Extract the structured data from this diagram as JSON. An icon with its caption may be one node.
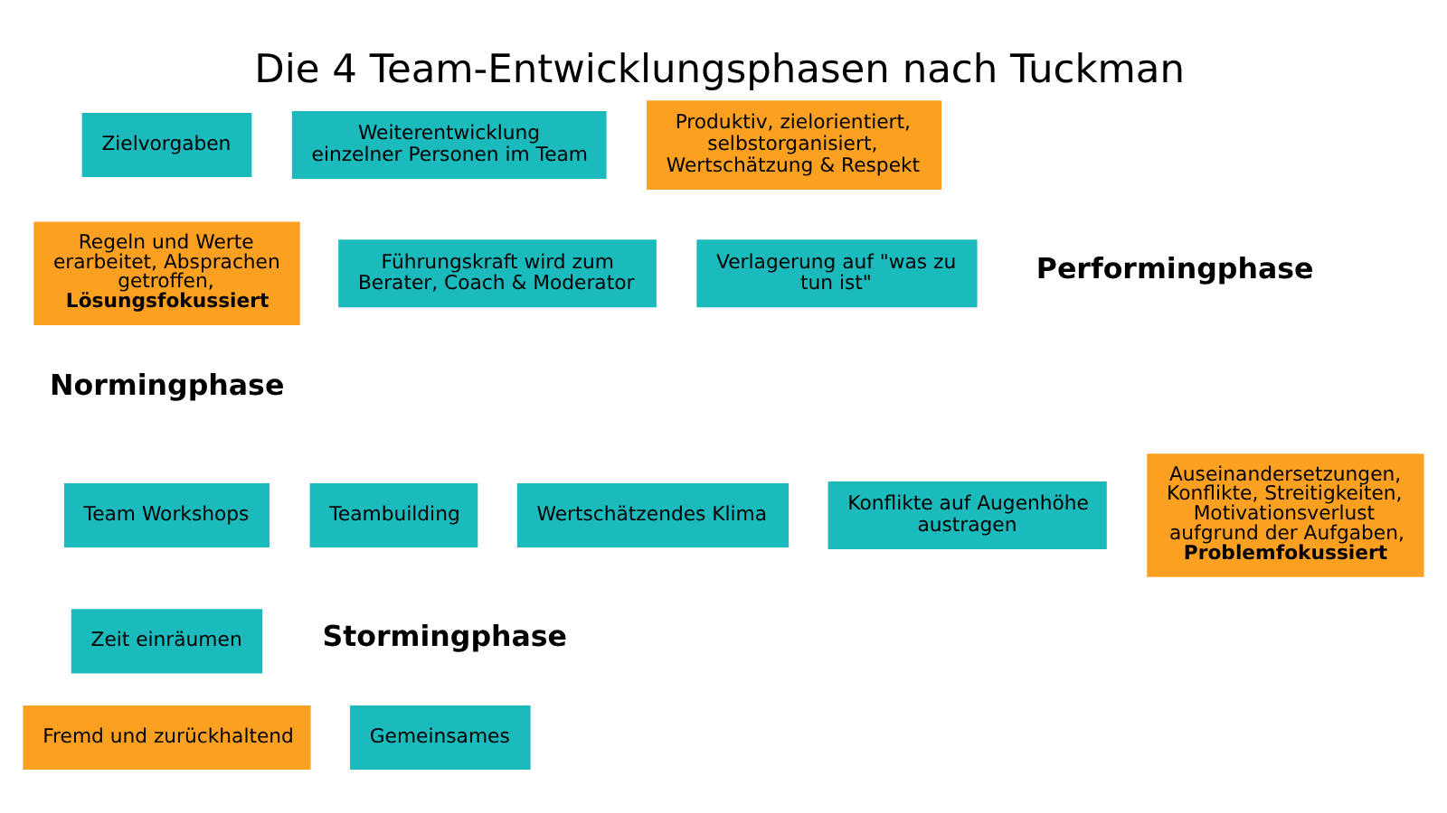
{
  "diagram": {
    "title": "Die 4 Team-Entwicklungsphasen nach Tuckman",
    "nodes": [
      {
        "text": [
          "Führungskraft wird zum Berater, Coach & Moderator"
        ]
      },
      {
        "text": [
          "Weiterentwicklung einzelner Personen im Team"
        ]
      },
      {
        "text": [
          "Zielvorgaben"
        ]
      },
      {
        "text": [
          "Verlagerung auf \"was zu tun ist\""
        ]
      },
      {
        "text": [
          "Produktiv, zielorientiert, selbstorganisiert, Wertschätzung & Respekt"
        ]
      },
      {
        "text": [
          "Regeln und Werte erarbeitet, Absprachen getroffen,",
          "Lösungsfokussiert"
        ]
      },
      {
        "text": [
          "Konflikte auf Augenhöhe austragen"
        ]
      },
      {
        "text": [
          "Team Workshops"
        ]
      },
      {
        "text": [
          "Teambuilding"
        ]
      },
      {
        "text": [
          "Wertschätzendes Klima"
        ]
      },
      {
        "text": [
          "Auseinandersetzungen, Konflikte, Streitigkeiten, Motivationsverlust aufgrund der Aufgaben,",
          "Problemfokussiert"
        ]
      },
      {
        "text": [
          "Zeit einräumen"
        ]
      },
      {
        "text": [
          "Fremd und zurückhaltend"
        ]
      },
      {
        "text": [
          "Gemeinsames"
        ]
      }
    ],
    "labels": [
      "Performingphase",
      "Normingphase",
      "Stormingphase"
    ]
  }
}
